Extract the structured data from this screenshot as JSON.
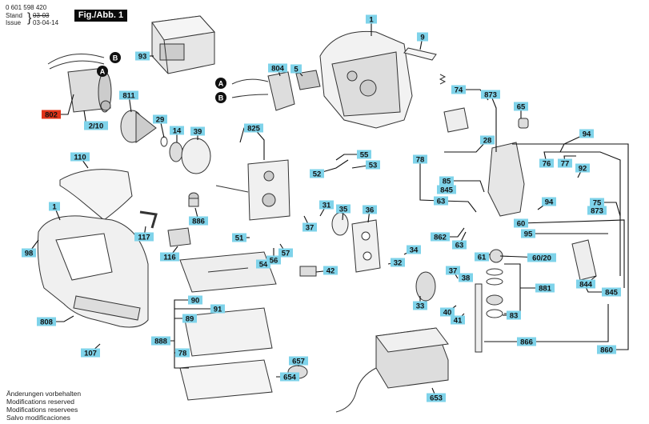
{
  "header": {
    "doc_number": "0 601 598 420",
    "stand_label": "Stand",
    "stand_value": "03-03",
    "issue_label": "Issue",
    "issue_value": "03-04-14",
    "figure_label": "Fig./Abb. 1"
  },
  "notes": [
    "Änderungen vorbehalten",
    "Modifications reserved",
    "Modifications reservees",
    "Salvo modificaciones"
  ],
  "colors": {
    "callout_fill": "#7fd3ea",
    "callout_highlight": "#e0341a",
    "line": "#111111",
    "part_stroke": "#333333",
    "part_fill": "#eeeeee"
  },
  "callouts": [
    {
      "id": "93",
      "highlight": false
    },
    {
      "id": "1",
      "highlight": false
    },
    {
      "id": "9",
      "highlight": false
    },
    {
      "id": "804",
      "highlight": false
    },
    {
      "id": "5",
      "highlight": false
    },
    {
      "id": "74",
      "highlight": false
    },
    {
      "id": "873",
      "highlight": false
    },
    {
      "id": "65",
      "highlight": false
    },
    {
      "id": "811",
      "highlight": false
    },
    {
      "id": "802",
      "highlight": true
    },
    {
      "id": "2/10",
      "highlight": false
    },
    {
      "id": "29",
      "highlight": false
    },
    {
      "id": "14",
      "highlight": false
    },
    {
      "id": "39",
      "highlight": false
    },
    {
      "id": "825",
      "highlight": false
    },
    {
      "id": "94",
      "highlight": false
    },
    {
      "id": "28",
      "highlight": false
    },
    {
      "id": "55",
      "highlight": false
    },
    {
      "id": "53",
      "highlight": false
    },
    {
      "id": "78",
      "highlight": false
    },
    {
      "id": "76",
      "highlight": false
    },
    {
      "id": "77",
      "highlight": false
    },
    {
      "id": "92",
      "highlight": false
    },
    {
      "id": "110",
      "highlight": false
    },
    {
      "id": "52",
      "highlight": false
    },
    {
      "id": "85",
      "highlight": false
    },
    {
      "id": "845",
      "highlight": false
    },
    {
      "id": "1",
      "highlight": false
    },
    {
      "id": "886",
      "highlight": false
    },
    {
      "id": "31",
      "highlight": false
    },
    {
      "id": "35",
      "highlight": false
    },
    {
      "id": "36",
      "highlight": false
    },
    {
      "id": "63",
      "highlight": false
    },
    {
      "id": "94",
      "highlight": false
    },
    {
      "id": "75",
      "highlight": false
    },
    {
      "id": "873",
      "highlight": false
    },
    {
      "id": "60",
      "highlight": false
    },
    {
      "id": "37",
      "highlight": false
    },
    {
      "id": "117",
      "highlight": false
    },
    {
      "id": "98",
      "highlight": false
    },
    {
      "id": "51",
      "highlight": false
    },
    {
      "id": "862",
      "highlight": false
    },
    {
      "id": "95",
      "highlight": false
    },
    {
      "id": "116",
      "highlight": false
    },
    {
      "id": "54",
      "highlight": false
    },
    {
      "id": "56",
      "highlight": false
    },
    {
      "id": "57",
      "highlight": false
    },
    {
      "id": "32",
      "highlight": false
    },
    {
      "id": "34",
      "highlight": false
    },
    {
      "id": "63",
      "highlight": false
    },
    {
      "id": "61",
      "highlight": false
    },
    {
      "id": "60/20",
      "highlight": false
    },
    {
      "id": "42",
      "highlight": false
    },
    {
      "id": "37",
      "highlight": false
    },
    {
      "id": "38",
      "highlight": false
    },
    {
      "id": "844",
      "highlight": false
    },
    {
      "id": "90",
      "highlight": false
    },
    {
      "id": "91",
      "highlight": false
    },
    {
      "id": "881",
      "highlight": false
    },
    {
      "id": "845",
      "highlight": false
    },
    {
      "id": "33",
      "highlight": false
    },
    {
      "id": "40",
      "highlight": false
    },
    {
      "id": "808",
      "highlight": false
    },
    {
      "id": "89",
      "highlight": false
    },
    {
      "id": "41",
      "highlight": false
    },
    {
      "id": "83",
      "highlight": false
    },
    {
      "id": "888",
      "highlight": false
    },
    {
      "id": "107",
      "highlight": false
    },
    {
      "id": "866",
      "highlight": false
    },
    {
      "id": "78",
      "highlight": false
    },
    {
      "id": "657",
      "highlight": false
    },
    {
      "id": "860",
      "highlight": false
    },
    {
      "id": "654",
      "highlight": false
    },
    {
      "id": "653",
      "highlight": false
    }
  ],
  "wire_markers": [
    {
      "label": "B"
    },
    {
      "label": "A"
    },
    {
      "label": "A"
    },
    {
      "label": "B"
    }
  ]
}
